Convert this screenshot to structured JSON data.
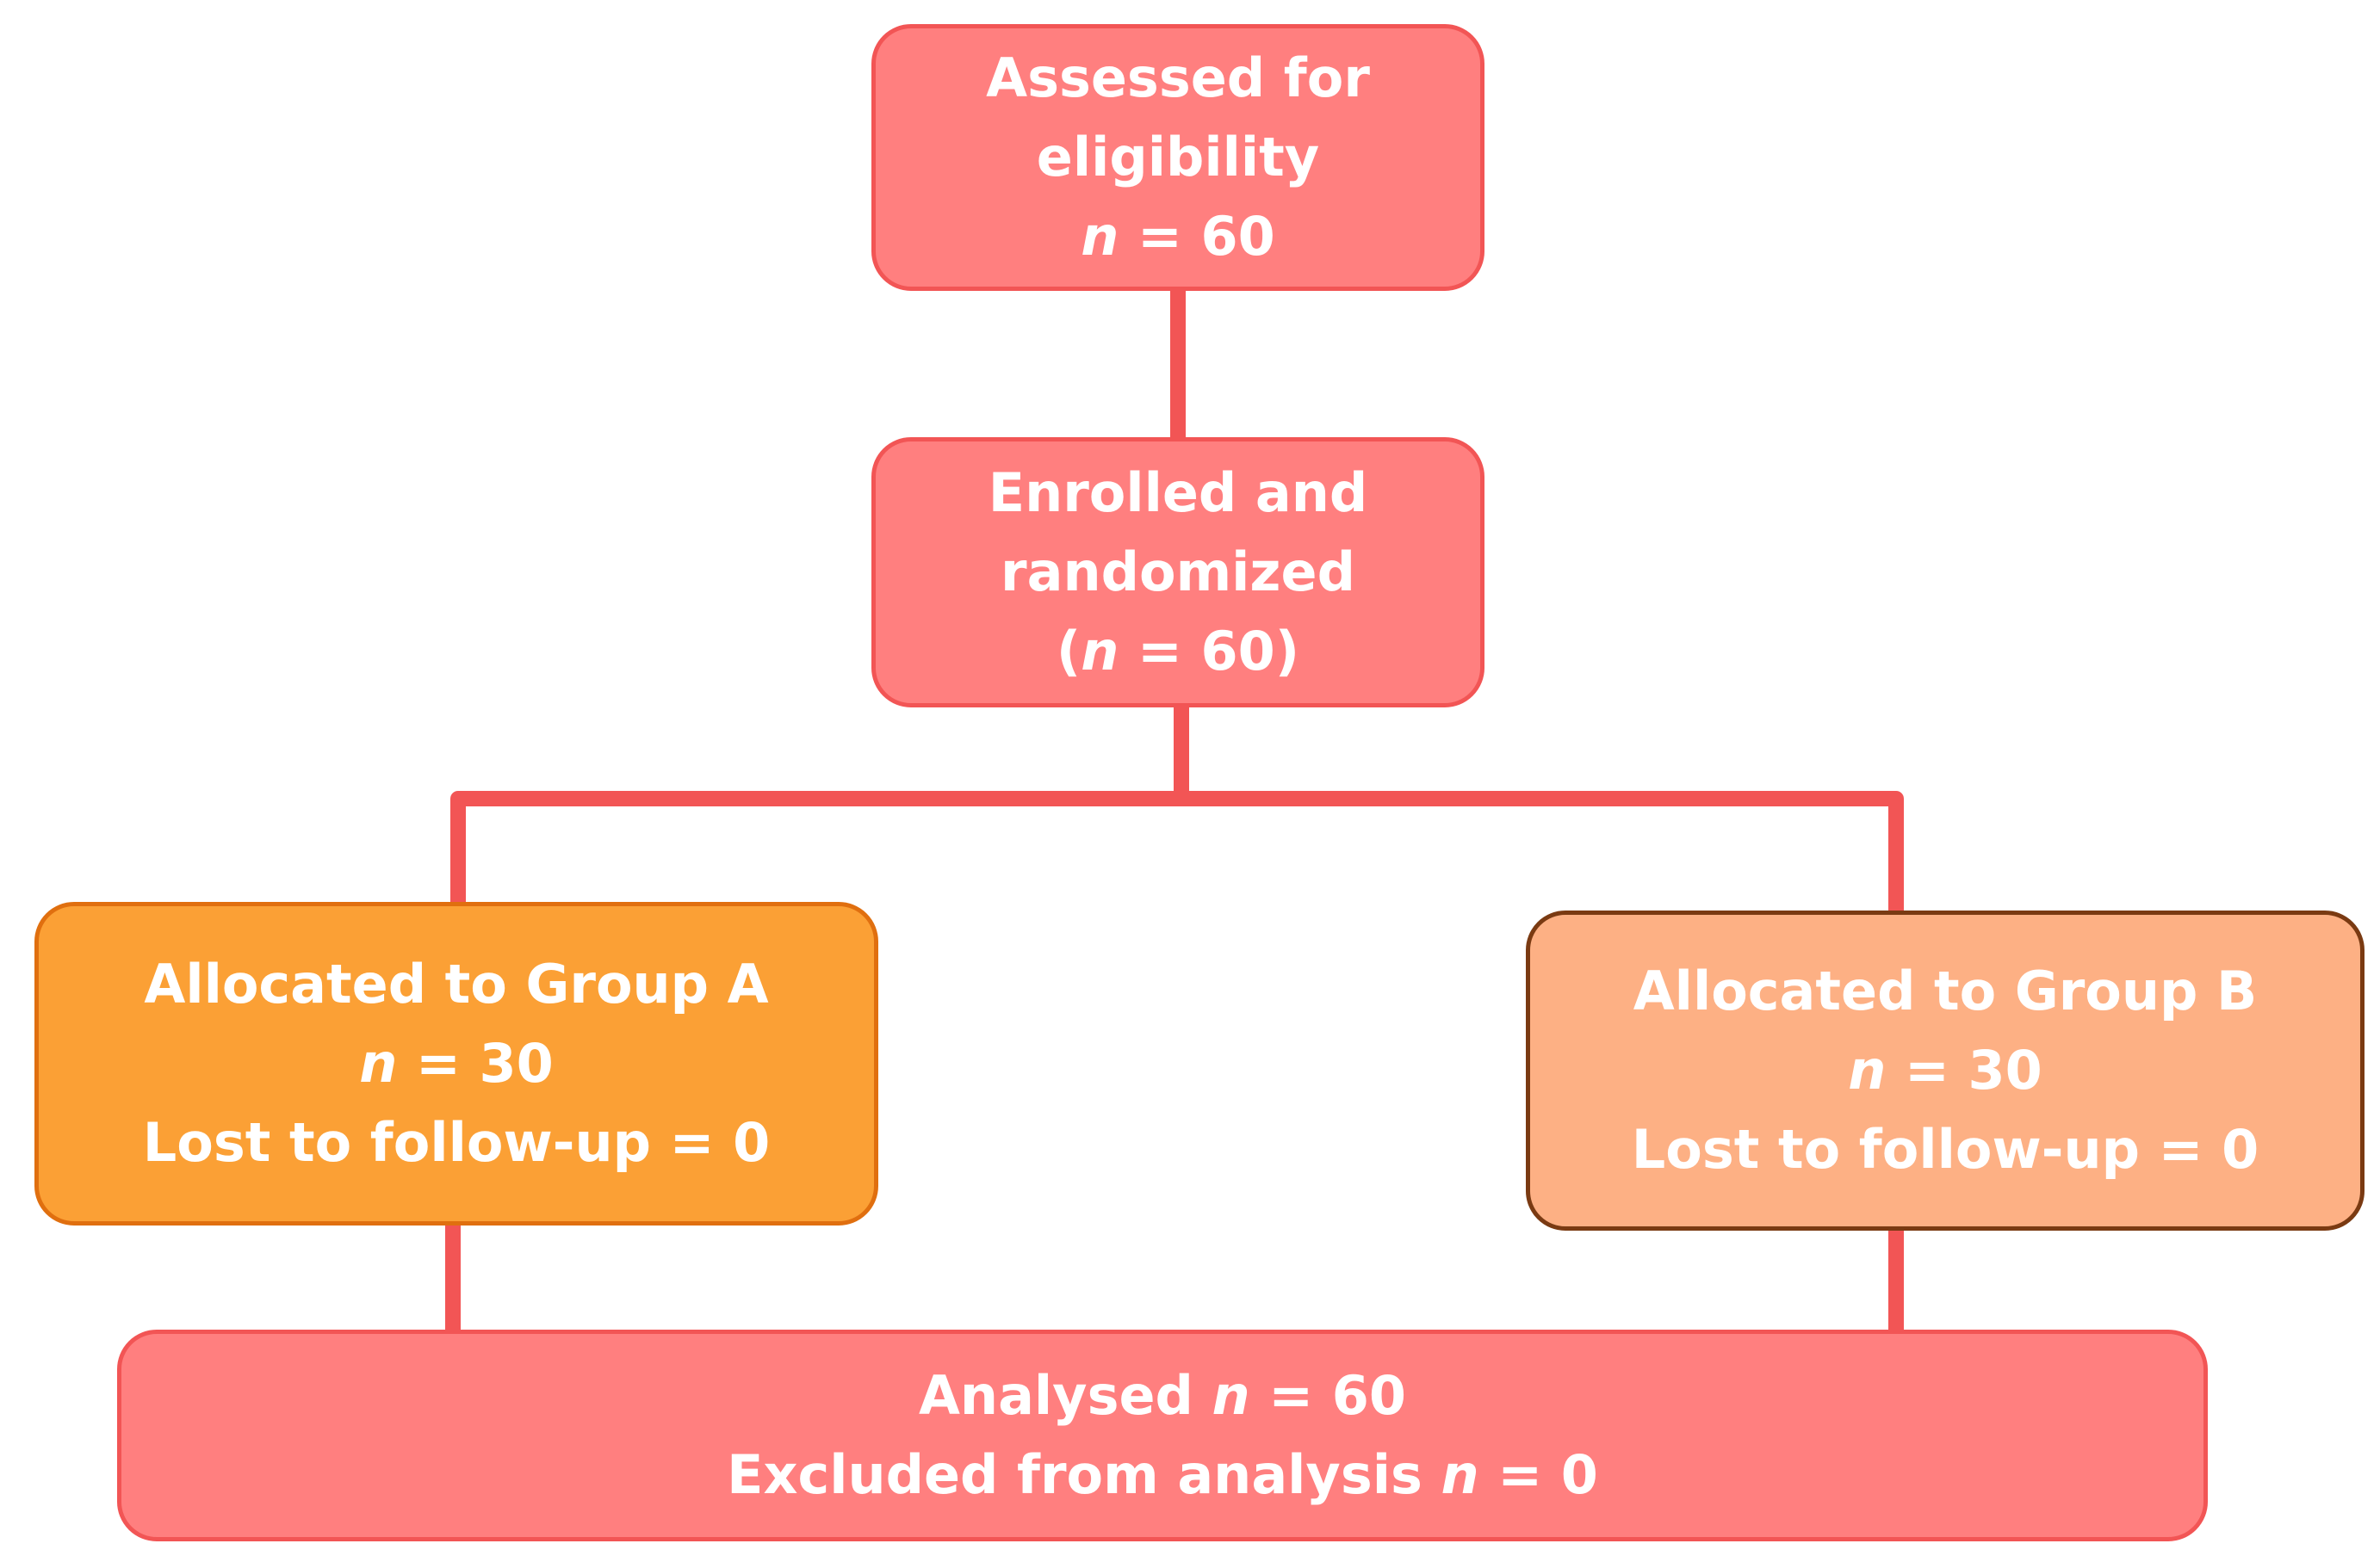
{
  "flowchart": {
    "assessed": {
      "line1": "Assessed for",
      "line2": "eligibility",
      "n_symbol": "n",
      "n_value": " = 60"
    },
    "enrolled": {
      "line1": "Enrolled and",
      "line2": "randomized",
      "open_paren": "(",
      "n_symbol": "n",
      "n_value": " = 60)"
    },
    "group_a": {
      "line1": "Allocated to Group A",
      "n_symbol": "n",
      "n_value": " = 30",
      "line3": "Lost to follow-up = 0"
    },
    "group_b": {
      "line1": "Allocated to Group B",
      "n_symbol": "n",
      "n_value": " = 30",
      "line3": "Lost to follow-up = 0"
    },
    "analysed": {
      "line1_prefix": "Analysed ",
      "line1_n_symbol": "n",
      "line1_n_value": " = 60",
      "line2_prefix": "Excluded from analysis ",
      "line2_n_symbol": "n",
      "line2_n_value": " = 0"
    }
  },
  "colors": {
    "pink_fill": "#ff7f7f",
    "pink_border": "#f25555",
    "orange_fill": "#fba035",
    "orange_border": "#e06f0f",
    "peach_fill": "#fdb084",
    "peach_border": "#7a3a12",
    "connector": "#f25555",
    "text": "#ffffff"
  }
}
